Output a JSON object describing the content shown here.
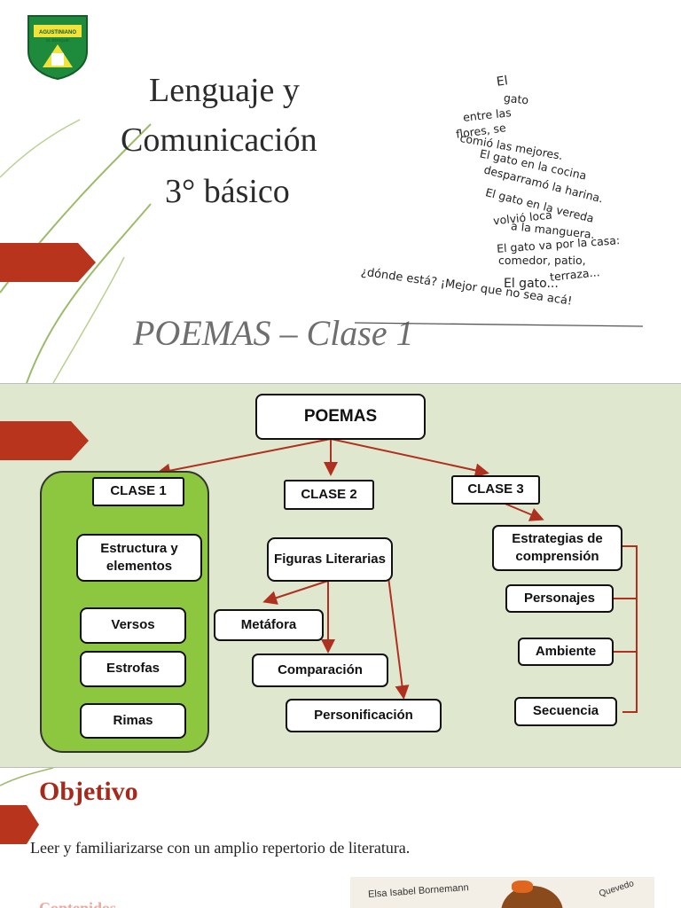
{
  "slide1": {
    "logo_text": "AGUSTINIANO",
    "logo_subtext": "EL BOSQUE",
    "title_line1": "Lenguaje y",
    "title_line2": "Comunicación",
    "title_line3": "3° básico",
    "subtitle": "POEMAS – Clase 1",
    "poem_lines": [
      "El",
      "gato",
      "entre las",
      "flores, se",
      "comió las mejores.",
      "El gato en la cocina",
      "desparramó la harina.",
      "El gato en la vereda",
      "volvió loca",
      "a la manguera.",
      "El gato va por la casa:",
      "comedor, patio,",
      "terraza...",
      "El gato...",
      "¿dónde está? ¡Mejor que no sea acá!"
    ]
  },
  "slide2": {
    "root": "POEMAS",
    "clase1": "CLASE 1",
    "clase2": "CLASE 2",
    "clase3": "CLASE 3",
    "estructura": "Estructura y elementos",
    "versos": "Versos",
    "estrofas": "Estrofas",
    "rimas": "Rimas",
    "figuras": "Figuras Literarias",
    "metafora": "Metáfora",
    "comparacion": "Comparación",
    "personificacion": "Personificación",
    "estrategias": "Estrategias de comprensión",
    "personajes": "Personajes",
    "ambiente": "Ambiente",
    "secuencia": "Secuencia"
  },
  "slide3": {
    "heading": "Objetivo",
    "text": "Leer y familiarizarse con un amplio repertorio de literatura.",
    "partial_heading": "Contenidos",
    "book_author": "Elsa Isabel Bornemann",
    "book_author2": "Quevedo"
  },
  "colors": {
    "accent_red": "#b9341c",
    "stem_green": "#9cbb6a",
    "clase1_green": "#8dc63f",
    "connector_red": "#b0301f"
  }
}
